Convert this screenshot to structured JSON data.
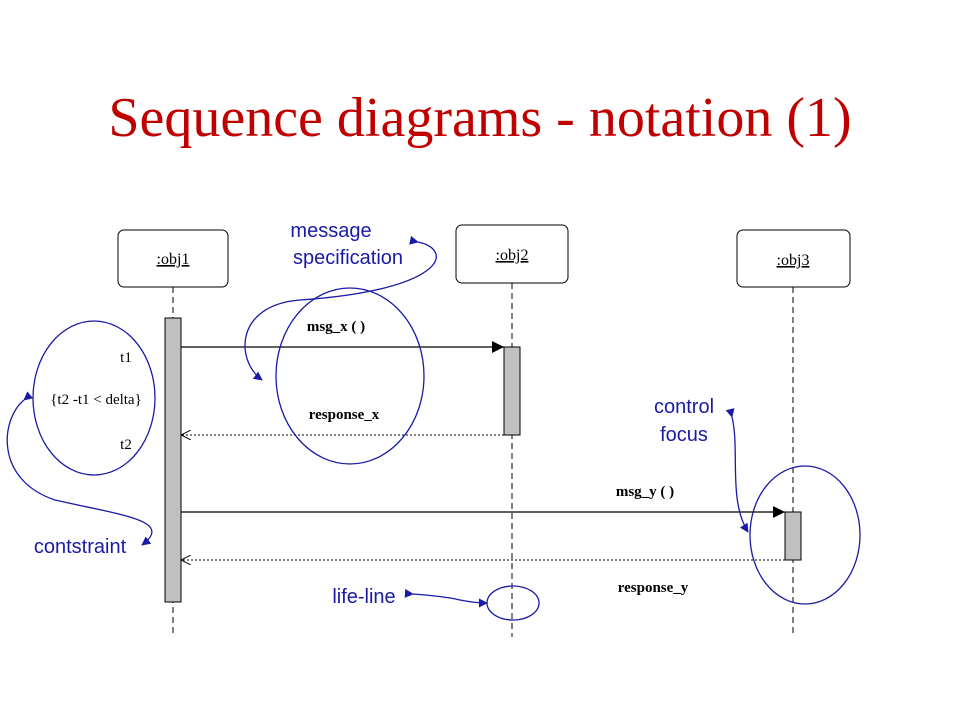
{
  "title": "Sequence diagrams - notation (1)",
  "objects": [
    {
      "label": ":obj1"
    },
    {
      "label": ":obj2"
    },
    {
      "label": ":obj3"
    }
  ],
  "messages": {
    "msg_x": "msg_x ( )",
    "response_x": "response_x",
    "msg_y": "msg_y ( )",
    "response_y": "response_y"
  },
  "timing": {
    "t1": "t1",
    "constraint": "{t2 -t1 < delta}",
    "t2": "t2"
  },
  "annotations": {
    "message_specification": [
      "message",
      "specification"
    ],
    "control_focus": [
      "control",
      "focus"
    ],
    "constraint": "contstraint",
    "life_line": "life-line"
  },
  "colors": {
    "title": "#c00000",
    "annotation": "#1a1aa6",
    "activation": "#c0c0c0"
  }
}
